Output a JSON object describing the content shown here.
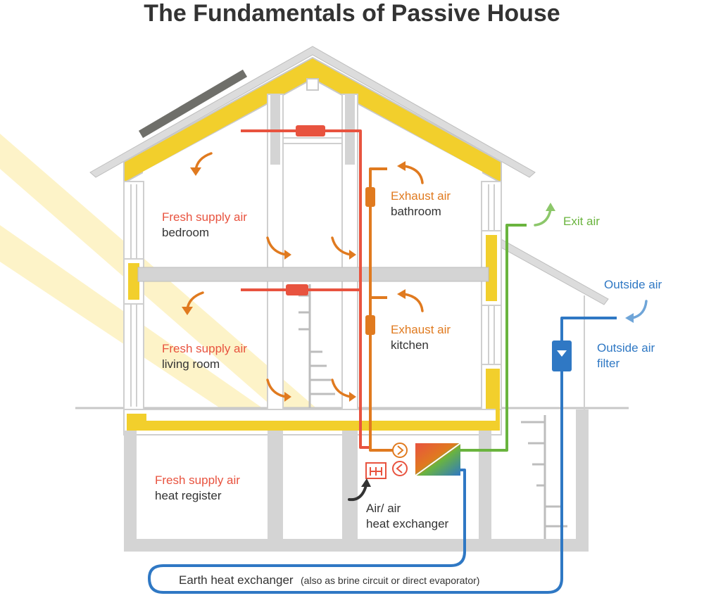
{
  "title": "The Fundamentals of Passive House",
  "labels": {
    "bedroom_title": "Fresh supply air",
    "bedroom_room": "bedroom",
    "living_title": "Fresh supply air",
    "living_room": "living room",
    "register_title": "Fresh supply air",
    "register_room": "heat register",
    "bathroom_title": "Exhaust air",
    "bathroom_room": "bathroom",
    "kitchen_title": "Exhaust air",
    "kitchen_room": "kitchen",
    "exit_air": "Exit air",
    "outside_air": "Outside air",
    "filter_title": "Outside air",
    "filter_sub": "filter",
    "exchanger_line1": "Air/ air",
    "exchanger_line2": "heat exchanger",
    "earth_main": "Earth heat exchanger",
    "earth_note": "(also as brine circuit or direct evaporator)"
  },
  "colors": {
    "supply": "#e8533f",
    "exhaust": "#e07a1f",
    "exit": "#6ab43e",
    "outside": "#2f78c4",
    "insulation": "#f2cf2c",
    "wall": "#d4d4d4",
    "sunlight": "#fdf3c8"
  }
}
